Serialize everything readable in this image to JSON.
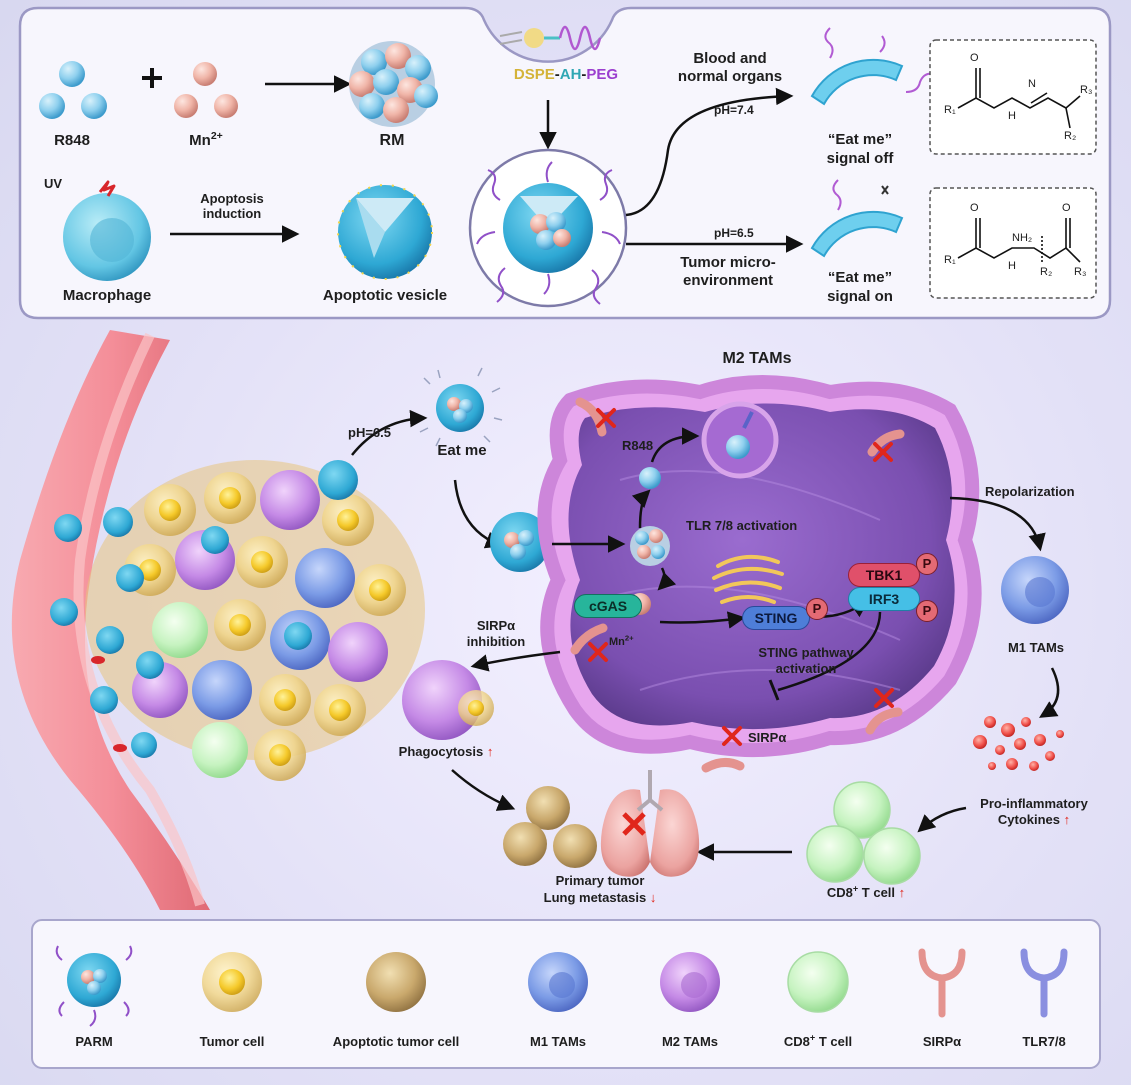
{
  "top_panel": {
    "r848": "R848",
    "mn": "Mn",
    "mn_sup": "2+",
    "plus": "+",
    "rm": "RM",
    "uv": "UV",
    "macrophage": "Macrophage",
    "apoptosis_induction_line1": "Apoptosis",
    "apoptosis_induction_line2": "induction",
    "apoptotic_vesicle": "Apoptotic vesicle",
    "lipid_part1": "DSPE",
    "lipid_sep1": "-",
    "lipid_part2": "AH",
    "lipid_sep2": "-",
    "lipid_part3": "PEG",
    "branch_off_line1": "Blood and",
    "branch_off_line2": "normal organs",
    "ph_74": "pH=7.4",
    "ph_65": "pH=6.5",
    "tumor_env_line1": "Tumor micro-",
    "tumor_env_line2": "environment",
    "signal_off_line1": "“Eat me”",
    "signal_off_line2": "signal off",
    "signal_on_line1": "“Eat me”",
    "signal_on_line2": "signal on",
    "chem_off": {
      "o": "O",
      "r1": "R₁",
      "h": "H",
      "n": "N",
      "r3": "R₃",
      "r2": "R₂"
    },
    "chem_on": {
      "o1": "O",
      "o2": "O",
      "r1": "R₁",
      "h": "H",
      "nh2": "NH₂",
      "r2": "R₂",
      "r3": "R₃"
    }
  },
  "middle_panel": {
    "ph_65": "pH=6.5",
    "eat_me": "Eat me",
    "m2_tams": "M2 TAMs",
    "r848": "R848",
    "tlr_activation": "TLR 7/8 activation",
    "cgas": "cGAS",
    "sting": "STING",
    "tbk1": "TBK1",
    "irf3": "IRF3",
    "p": "P",
    "mn": "Mn",
    "mn_sup": "2+",
    "sting_activation_line1": "STING pathway",
    "sting_activation_line2": "activation",
    "sirpa_inhibition_line1": "SIRPα",
    "sirpa_inhibition_line2": "inhibition",
    "sirpa": "SIRPα",
    "repolarization": "Repolarization",
    "m1_tams": "M1 TAMs",
    "pro_inflammatory_line1": "Pro-inflammatory",
    "pro_inflammatory_line2": "Cytokines",
    "cd8": "CD8",
    "cd8_sup": "+",
    "t_cell": " T cell",
    "phagocytosis": "Phagocytosis",
    "primary_tumor": "Primary tumor",
    "lung_metastasis": "Lung metastasis",
    "up_arrow": "↑",
    "down_arrow": "↓"
  },
  "legend": {
    "items": [
      {
        "label": "PARM",
        "icon": "parm-icon"
      },
      {
        "label": "Tumor cell",
        "icon": "tumor-cell-icon"
      },
      {
        "label": "Apoptotic tumor cell",
        "icon": "apoptotic-tumor-cell-icon"
      },
      {
        "label": "M1 TAMs",
        "icon": "m1-tam-icon"
      },
      {
        "label": "M2 TAMs",
        "icon": "m2-tam-icon"
      },
      {
        "label": "CD8",
        "sup": "+",
        "rest": " T cell",
        "icon": "cd8-t-cell-icon"
      },
      {
        "label": "SIRPα",
        "icon": "sirpa-receptor-icon"
      },
      {
        "label": "TLR7/8",
        "icon": "tlr-receptor-icon"
      }
    ]
  },
  "colors": {
    "r848": "#8fd0ee",
    "mn": "#f0b5a8",
    "vesicle": "#3ab6dc",
    "peg": "#8a55c8",
    "m2_cell": "#a76fd0",
    "m1_cell": "#6f8fe0",
    "tumor_cell": "#f3c42c",
    "vessel": "#f08c94",
    "accent_red": "#e0261b",
    "sirpa": "#e89a94",
    "tlr": "#8a8fe0"
  }
}
